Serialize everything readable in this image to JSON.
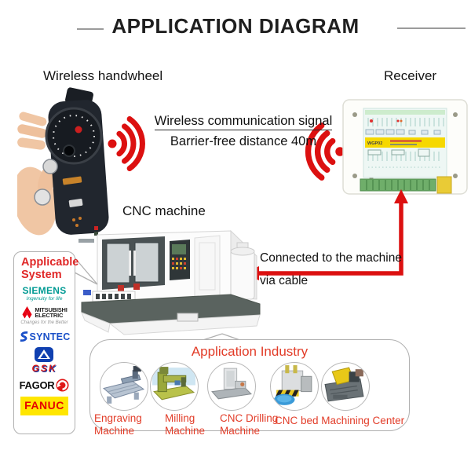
{
  "header": {
    "title": "APPLICATION DIAGRAM"
  },
  "devices": {
    "handwheel_label": "Wireless handwheel",
    "receiver_label": "Receiver",
    "cnc_label": "CNC machine",
    "receiver_model": "WGP02"
  },
  "signal": {
    "line1": "Wireless communication signal",
    "line2": "Barrier-free distance 40m"
  },
  "connection": {
    "line1": "Connected to the machine",
    "line2": "via cable"
  },
  "applicable_system": {
    "title_line1": "Applicable",
    "title_line2": "System",
    "brands": [
      {
        "name": "SIEMENS",
        "tagline": "Ingenuity for life"
      },
      {
        "name_line1": "MITSUBISHI",
        "name_line2": "ELECTRIC",
        "tagline": "Changes for the Better"
      },
      {
        "name": "SYNTEC"
      },
      {
        "name": "GSK"
      },
      {
        "name": "FAGOR"
      },
      {
        "name": "FANUC"
      }
    ]
  },
  "application_industry": {
    "title": "Application Industry",
    "labels": [
      {
        "line1": "Engraving",
        "line2": "Machine"
      },
      {
        "line1": "Milling",
        "line2": "Machine"
      },
      {
        "line1": "CNC Drilling",
        "line2": "Machine"
      },
      {
        "line1": "CNC bed Machining Center",
        "line2": ""
      }
    ]
  },
  "colors": {
    "accent_red": "#dc1010",
    "label_red": "#e23c28",
    "siemens_teal": "#009a93",
    "syntec_blue": "#1a50c8",
    "gsk_blue": "#1040b0",
    "fanuc_yellow": "#ffe600",
    "fanuc_red": "#e60000"
  }
}
